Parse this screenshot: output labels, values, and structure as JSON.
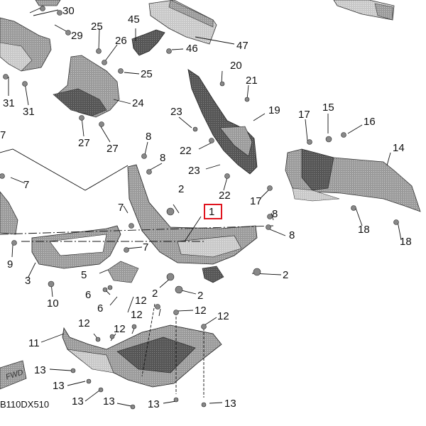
{
  "diagram": {
    "title": "Front bumper / guard assembly exploded parts diagram",
    "diagram_code": "B110DX510",
    "fwd_label": "FWD",
    "highlighted_part": "1",
    "callouts": [
      {
        "id": "c30",
        "label": "30"
      },
      {
        "id": "c29",
        "label": "29"
      },
      {
        "id": "c25a",
        "label": "25"
      },
      {
        "id": "c26",
        "label": "26"
      },
      {
        "id": "c25b",
        "label": "25"
      },
      {
        "id": "c45",
        "label": "45"
      },
      {
        "id": "c46",
        "label": "46"
      },
      {
        "id": "c47",
        "label": "47"
      },
      {
        "id": "c31a",
        "label": "31"
      },
      {
        "id": "c31b",
        "label": "31"
      },
      {
        "id": "c24",
        "label": "24"
      },
      {
        "id": "c27a",
        "label": "27"
      },
      {
        "id": "c27b",
        "label": "27"
      },
      {
        "id": "c20",
        "label": "20"
      },
      {
        "id": "c21",
        "label": "21"
      },
      {
        "id": "c23a",
        "label": "23"
      },
      {
        "id": "c19",
        "label": "19"
      },
      {
        "id": "c22a",
        "label": "22"
      },
      {
        "id": "c23b",
        "label": "23"
      },
      {
        "id": "c22b",
        "label": "22"
      },
      {
        "id": "c17a",
        "label": "17"
      },
      {
        "id": "c15",
        "label": "15"
      },
      {
        "id": "c16",
        "label": "16"
      },
      {
        "id": "c14",
        "label": "14"
      },
      {
        "id": "c17b",
        "label": "17"
      },
      {
        "id": "c18a",
        "label": "18"
      },
      {
        "id": "c18b",
        "label": "18"
      },
      {
        "id": "c8a",
        "label": "8"
      },
      {
        "id": "c8b",
        "label": "8"
      },
      {
        "id": "c7a",
        "label": "7"
      },
      {
        "id": "c7top",
        "label": "7"
      },
      {
        "id": "c2a",
        "label": "2"
      },
      {
        "id": "c1",
        "label": "1"
      },
      {
        "id": "c7b",
        "label": "7"
      },
      {
        "id": "c8c",
        "label": "8"
      },
      {
        "id": "c8d",
        "label": "8"
      },
      {
        "id": "c9",
        "label": "9"
      },
      {
        "id": "c3",
        "label": "3"
      },
      {
        "id": "c5",
        "label": "5"
      },
      {
        "id": "c7c",
        "label": "7"
      },
      {
        "id": "c2b",
        "label": "2"
      },
      {
        "id": "c10",
        "label": "10"
      },
      {
        "id": "c6a",
        "label": "6"
      },
      {
        "id": "c6b",
        "label": "6"
      },
      {
        "id": "c2c",
        "label": "2"
      },
      {
        "id": "c2d",
        "label": "2"
      },
      {
        "id": "c12a",
        "label": "12"
      },
      {
        "id": "c12b",
        "label": "12"
      },
      {
        "id": "c12c",
        "label": "12"
      },
      {
        "id": "c12d",
        "label": "12"
      },
      {
        "id": "c12e",
        "label": "12"
      },
      {
        "id": "c12f",
        "label": "12"
      },
      {
        "id": "c11",
        "label": "11"
      },
      {
        "id": "c13a",
        "label": "13"
      },
      {
        "id": "c13b",
        "label": "13"
      },
      {
        "id": "c13c",
        "label": "13"
      },
      {
        "id": "c13d",
        "label": "13"
      },
      {
        "id": "c13e",
        "label": "13"
      },
      {
        "id": "c13f",
        "label": "13"
      }
    ]
  }
}
